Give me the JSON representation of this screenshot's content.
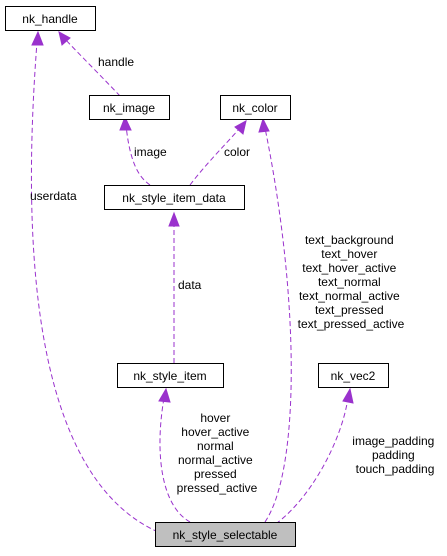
{
  "colors": {
    "edge": "#9a32cd",
    "node_border": "#000000",
    "node_fill": "#ffffff",
    "highlight_fill": "#bfbfbf"
  },
  "nodes": {
    "nk_handle": "nk_handle",
    "nk_image": "nk_image",
    "nk_color": "nk_color",
    "nk_style_item_data": "nk_style_item_data",
    "nk_style_item": "nk_style_item",
    "nk_vec2": "nk_vec2",
    "nk_style_selectable": "nk_style_selectable"
  },
  "edges": {
    "handle": [
      "handle"
    ],
    "image": [
      "image"
    ],
    "color": [
      "color"
    ],
    "data": [
      "data"
    ],
    "userdata": [
      "userdata"
    ],
    "text_colors": [
      "text_background",
      "text_hover",
      "text_hover_active",
      "text_normal",
      "text_normal_active",
      "text_pressed",
      "text_pressed_active"
    ],
    "style_items": [
      "hover",
      "hover_active",
      "normal",
      "normal_active",
      "pressed",
      "pressed_active"
    ],
    "vectors": [
      "image_padding",
      "padding",
      "touch_padding"
    ]
  }
}
